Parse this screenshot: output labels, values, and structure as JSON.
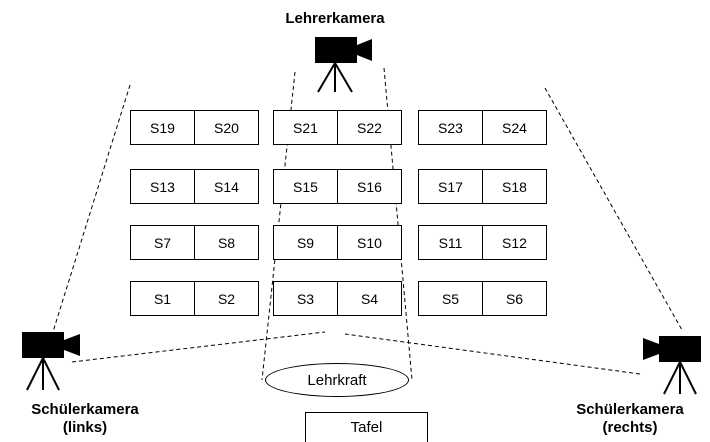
{
  "cameras": {
    "teacher": "Lehrerkamera",
    "left_line1": "Schülerkamera",
    "left_line2": "(links)",
    "right_line1": "Schülerkamera",
    "right_line2": "(rechts)"
  },
  "rows": [
    [
      "S19",
      "S20",
      "S21",
      "S22",
      "S23",
      "S24"
    ],
    [
      "S13",
      "S14",
      "S15",
      "S16",
      "S17",
      "S18"
    ],
    [
      "S7",
      "S8",
      "S9",
      "S10",
      "S11",
      "S12"
    ],
    [
      "S1",
      "S2",
      "S3",
      "S4",
      "S5",
      "S6"
    ]
  ],
  "teacher": "Lehrkraft",
  "board": "Tafel"
}
